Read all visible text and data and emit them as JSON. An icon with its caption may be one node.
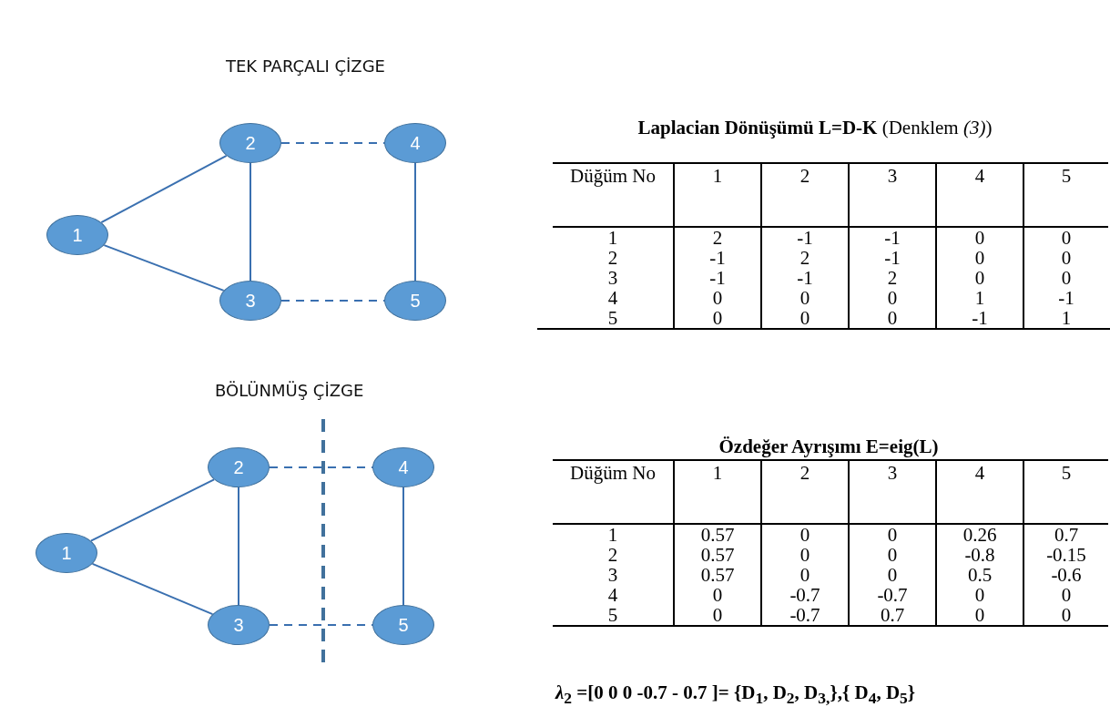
{
  "diagram": {
    "nodes": [
      {
        "text": [
          "1"
        ]
      },
      {
        "text": [
          "2"
        ]
      },
      {
        "text": [
          "3"
        ]
      },
      {
        "text": [
          "4"
        ]
      },
      {
        "text": [
          "5"
        ]
      },
      {
        "text": [
          "1"
        ]
      },
      {
        "text": [
          "2"
        ]
      },
      {
        "text": [
          "3"
        ]
      },
      {
        "text": [
          "4"
        ]
      },
      {
        "text": [
          "5"
        ]
      }
    ],
    "edges": [
      {
        "from": 0,
        "to": 1,
        "arrow": "none"
      },
      {
        "from": 0,
        "to": 2,
        "arrow": "none"
      },
      {
        "from": 1,
        "to": 2,
        "arrow": "none"
      },
      {
        "from": 1,
        "to": 3,
        "arrow": "none",
        "style": "dashed"
      },
      {
        "from": 2,
        "to": 4,
        "arrow": "none",
        "style": "dashed"
      },
      {
        "from": 3,
        "to": 4,
        "arrow": "none"
      },
      {
        "from": 5,
        "to": 6,
        "arrow": "none"
      },
      {
        "from": 5,
        "to": 7,
        "arrow": "none"
      },
      {
        "from": 6,
        "to": 7,
        "arrow": "none"
      },
      {
        "from": 6,
        "to": 8,
        "arrow": "none",
        "style": "dashed"
      },
      {
        "from": 7,
        "to": 9,
        "arrow": "none",
        "style": "dashed"
      },
      {
        "from": 8,
        "to": 9,
        "arrow": "none"
      }
    ],
    "labels": [
      "TEK PARÇALI ÇİZGE",
      "**Laplacian Dönüşümü L=D-K** (Denklem *(3)*)",
      "Düğüm No",
      "1",
      "2",
      "3",
      "4",
      "5",
      "1",
      "2",
      "-1",
      "-1",
      "0",
      "0",
      "2",
      "-1",
      "2",
      "-1",
      "0",
      "0",
      "3",
      "-1",
      "-1",
      "2",
      "0",
      "0",
      "4",
      "0",
      "0",
      "0",
      "1",
      "-1",
      "5",
      "0",
      "0",
      "0",
      "-1",
      "1",
      "BÖLÜNMÜŞ ÇİZGE",
      "Özdeğer Ayrışımı E=eig(L)",
      "Düğüm No",
      "1",
      "2",
      "3",
      "4",
      "5",
      "1",
      "0.57",
      "0",
      "0",
      "0.26",
      "0.7",
      "2",
      "0.57",
      "0",
      "0",
      "-0.8",
      "-0.15",
      "3",
      "0.57",
      "0",
      "0",
      "0.5",
      "-0.6",
      "4",
      "0",
      "-0.7",
      "-0.7",
      "0",
      "0",
      "5",
      "0",
      "-0.7",
      "0.7",
      "0",
      "0",
      "*λ*$_{2}$ =[0 0 0 -0.7 - 0.7 ]= {D$_{1}$, D$_{2}$, D$_{3,}$},{ D$_{4}$, D$_{5}$}"
    ]
  }
}
